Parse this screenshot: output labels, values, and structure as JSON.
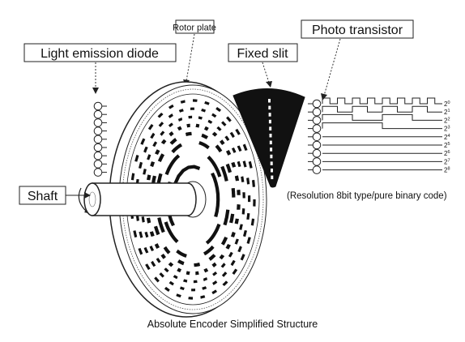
{
  "labels": {
    "led": "Light emission diode",
    "rotor": "Rotor plate",
    "slit": "Fixed slit",
    "photo": "Photo transistor",
    "shaft": "Shaft"
  },
  "resolution_note": "(Resolution 8bit type/pure binary code)",
  "caption": "Absolute Encoder Simplified Structure",
  "bits": [
    {
      "base": "2",
      "exp": "0"
    },
    {
      "base": "2",
      "exp": "1"
    },
    {
      "base": "2",
      "exp": "2"
    },
    {
      "base": "2",
      "exp": "3"
    },
    {
      "base": "2",
      "exp": "4"
    },
    {
      "base": "2",
      "exp": "5"
    },
    {
      "base": "2",
      "exp": "6"
    },
    {
      "base": "2",
      "exp": "7"
    },
    {
      "base": "2",
      "exp": "8"
    }
  ]
}
